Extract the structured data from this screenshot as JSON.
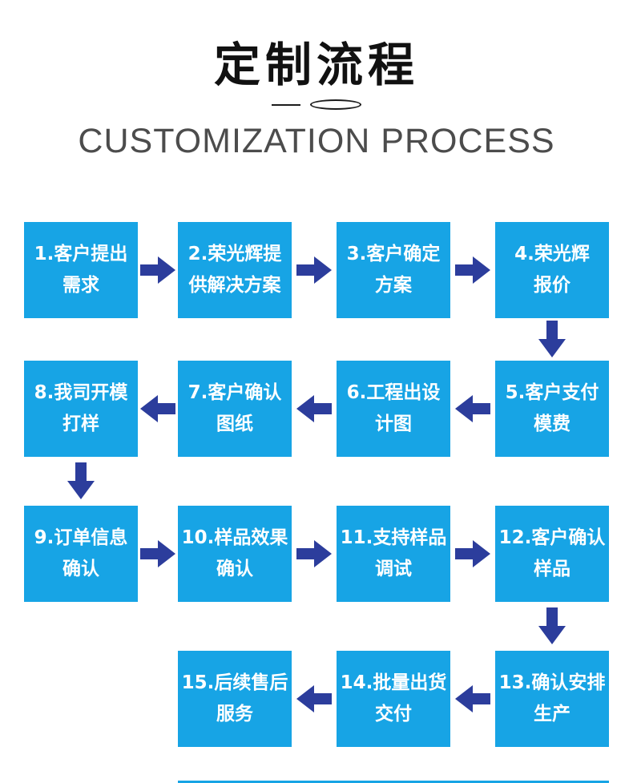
{
  "header": {
    "title": "定制流程",
    "subtitle": "CUSTOMIZATION PROCESS"
  },
  "colors": {
    "box": "#17a4e5",
    "arrow": "#2c3d9c",
    "title": "#111111",
    "subtitle": "#4c4c4c"
  },
  "steps": [
    {
      "line1": "1.客户提出",
      "line2": "需求"
    },
    {
      "line1": "2.荣光辉提",
      "line2": "供解决方案"
    },
    {
      "line1": "3.客户确定",
      "line2": "方案"
    },
    {
      "line1": "4.荣光辉",
      "line2": "报价"
    },
    {
      "line1": "5.客户支付",
      "line2": "模费"
    },
    {
      "line1": "6.工程出设",
      "line2": "计图"
    },
    {
      "line1": "7.客户确认",
      "line2": "图纸"
    },
    {
      "line1": "8.我司开模",
      "line2": "打样"
    },
    {
      "line1": "9.订单信息",
      "line2": "确认"
    },
    {
      "line1": "10.样品效果",
      "line2": "确认"
    },
    {
      "line1": "11.支持样品",
      "line2": "调试"
    },
    {
      "line1": "12.客户确认",
      "line2": "样品"
    },
    {
      "line1": "13.确认安排",
      "line2": "生产"
    },
    {
      "line1": "14.批量出货",
      "line2": "交付"
    },
    {
      "line1": "15.后续售后",
      "line2": "服务"
    }
  ]
}
